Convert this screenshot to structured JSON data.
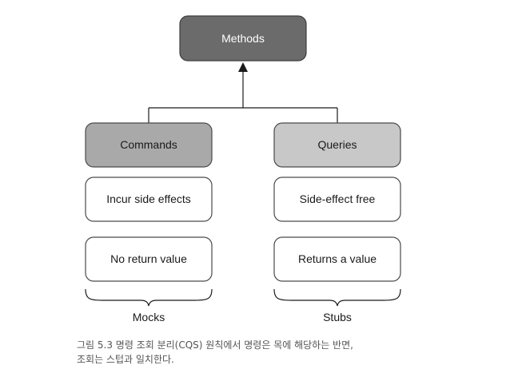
{
  "diagram": {
    "root": {
      "label": "Methods"
    },
    "columns": [
      {
        "id": "commands",
        "header": "Commands",
        "items": [
          "Incur side effects",
          "No return value"
        ],
        "group_label": "Mocks"
      },
      {
        "id": "queries",
        "header": "Queries",
        "items": [
          "Side-effect free",
          "Returns a value"
        ],
        "group_label": "Stubs"
      }
    ],
    "colors": {
      "root_fill": "#6b6b6b",
      "root_stroke": "#3e3e3e",
      "commands_fill": "#a9a9a9",
      "queries_fill": "#c8c8c8",
      "item_fill": "#ffffff",
      "stroke": "#4a4a4a"
    }
  },
  "caption": {
    "line1": "그림 5.3 명령 조회 분리(CQS) 원칙에서 명령은 목에 해당하는 반면,",
    "line2": "조회는 스텁과 일치한다."
  }
}
